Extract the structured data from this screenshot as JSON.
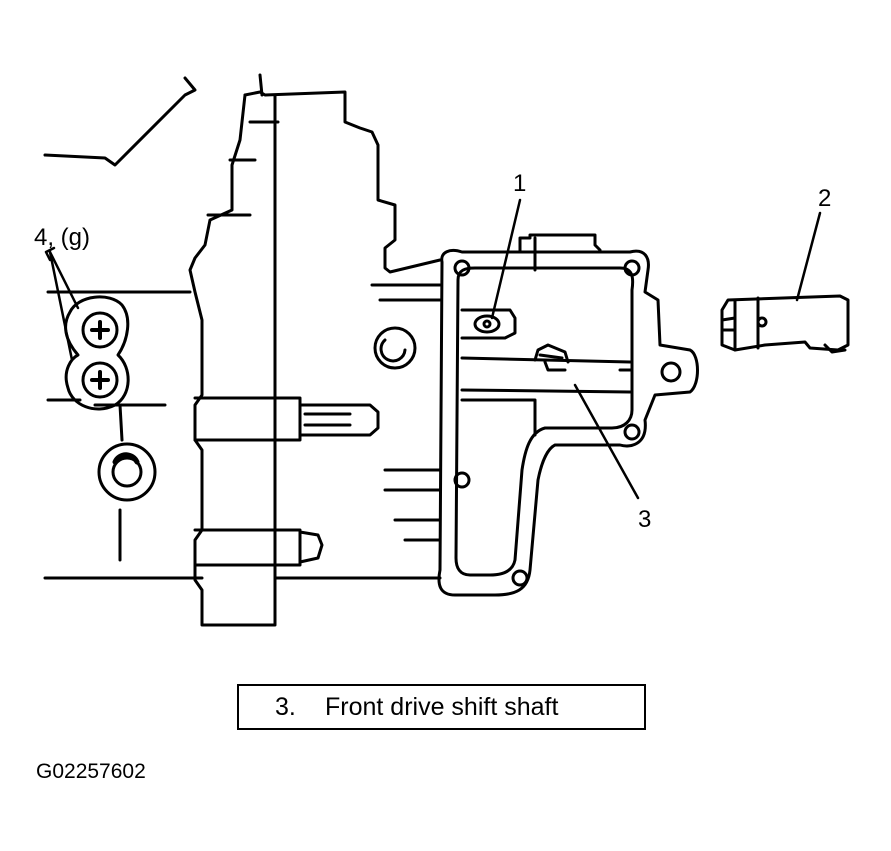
{
  "callouts": {
    "c1": "1",
    "c2": "2",
    "c3": "3",
    "c4": "4, (g)"
  },
  "caption": {
    "number": "3.",
    "text": "Front drive shift shaft"
  },
  "figure_id": "G02257602",
  "colors": {
    "ink": "#000000",
    "paper": "#ffffff"
  }
}
